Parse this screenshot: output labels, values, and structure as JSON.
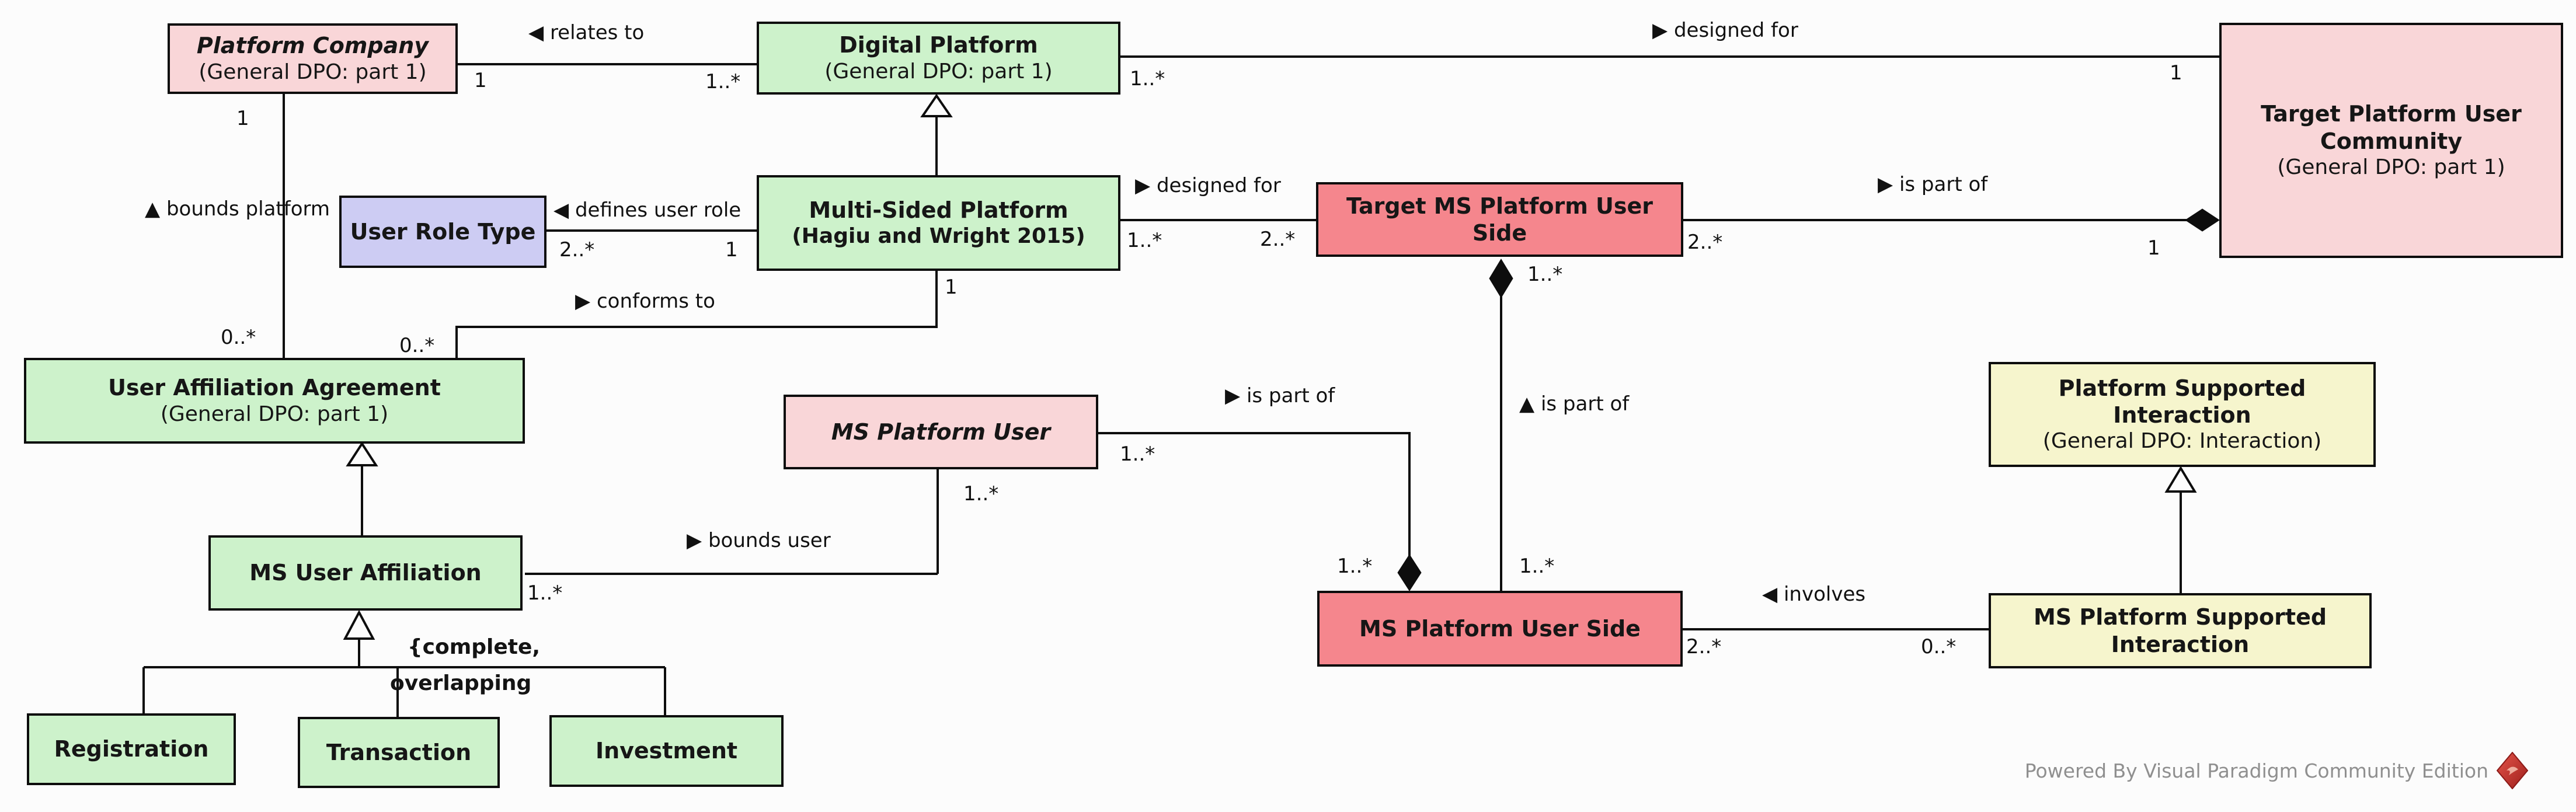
{
  "classes": {
    "platform_company": {
      "title": "Platform Company",
      "subtitle": "(General DPO: part 1)"
    },
    "digital_platform": {
      "title": "Digital Platform",
      "subtitle": "(General DPO: part 1)"
    },
    "target_platform_user_community": {
      "title": "Target Platform User Community",
      "subtitle": "(General DPO: part 1)"
    },
    "user_role_type": {
      "title": "User Role Type"
    },
    "multi_sided_platform": {
      "title": "Multi-Sided Platform",
      "subtitle": "(Hagiu and Wright 2015)"
    },
    "target_ms_platform_user_side": {
      "title": "Target MS Platform User Side"
    },
    "user_affiliation_agreement": {
      "title": "User Affiliation Agreement",
      "subtitle": "(General DPO: part 1)"
    },
    "ms_platform_user": {
      "title": "MS Platform User"
    },
    "platform_supported_interaction": {
      "title": "Platform Supported Interaction",
      "subtitle": "(General DPO: Interaction)"
    },
    "ms_user_affiliation": {
      "title": "MS User Affiliation"
    },
    "ms_platform_user_side": {
      "title": "MS Platform User Side"
    },
    "ms_platform_supported_interaction": {
      "title": "MS Platform Supported Interaction"
    },
    "registration": {
      "title": "Registration"
    },
    "transaction": {
      "title": "Transaction"
    },
    "investment": {
      "title": "Investment"
    }
  },
  "associations": {
    "relates_to": {
      "label": "◀ relates to",
      "mult_a": "1",
      "mult_b": "1..*"
    },
    "designed_for_digital": {
      "label": "▶ designed for",
      "mult_a": "1..*",
      "mult_b": "1"
    },
    "bounds_platform": {
      "label": "▲ bounds platform",
      "mult_a": "1",
      "mult_b": "0..*"
    },
    "defines_user_role": {
      "label": "◀ defines user role",
      "mult_a": "2..*",
      "mult_b": "1"
    },
    "conforms_to": {
      "label": "▶ conforms to",
      "mult_a": "1",
      "mult_b": "0..*"
    },
    "designed_for_ms": {
      "label": "▶ designed for",
      "mult_a": "1..*",
      "mult_b": "2..*"
    },
    "is_part_of_community": {
      "label": "▶ is part of",
      "mult_a": "2..*",
      "mult_b": "1"
    },
    "is_part_of_side": {
      "label": "▲ is part of",
      "mult_a": "1..*",
      "mult_b": "1..*"
    },
    "is_part_of_user": {
      "label": "▶ is part of",
      "mult_a": "1..*",
      "mult_b": "1..*"
    },
    "bounds_user": {
      "label": "▶ bounds user",
      "mult_a": "1..*",
      "mult_b": "1..*"
    },
    "involves": {
      "label": "◀ involves",
      "mult_a": "2..*",
      "mult_b": "0..*"
    }
  },
  "constraint": {
    "line1": "{complete,",
    "line2": "overlapping"
  },
  "footer": {
    "text": "Powered By Visual Paradigm Community Edition",
    "logo": "visual-paradigm-diamond-logo"
  },
  "colors": {
    "pink": "#f9d6d8",
    "green": "#cdf2cb",
    "lavender": "#cdccf3",
    "red": "#f5868d",
    "yellow": "#f6f5cd",
    "line": "#0d0d0d",
    "footer_text": "#8f8f8f",
    "logo_red": "#c9302c"
  }
}
